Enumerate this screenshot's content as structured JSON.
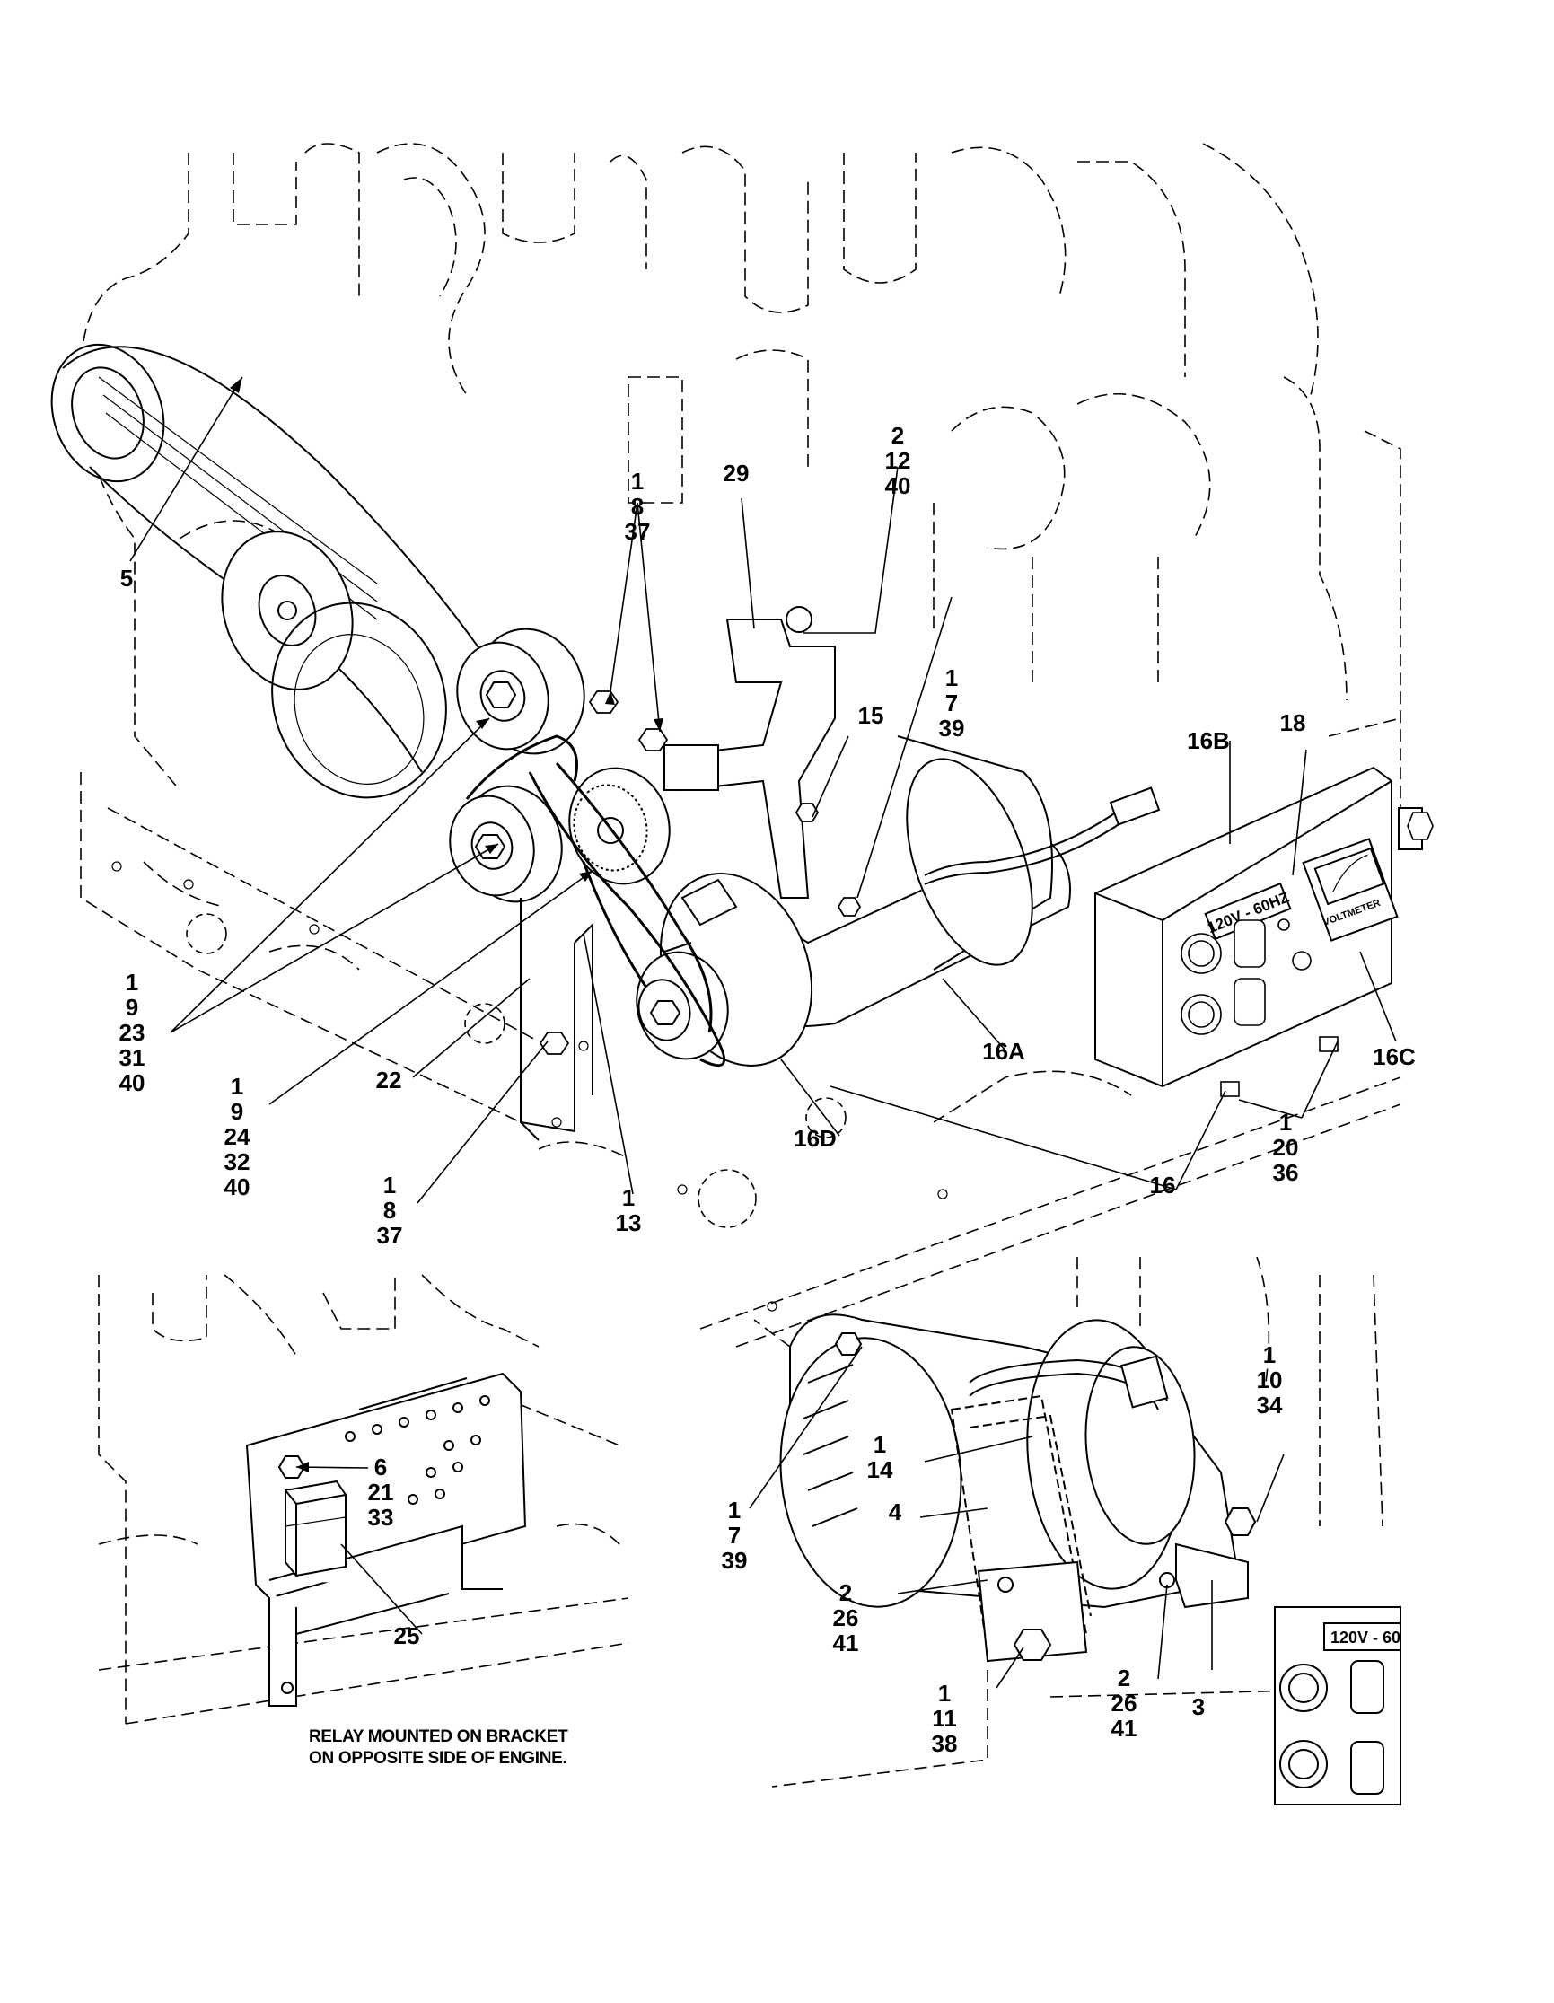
{
  "callouts": {
    "c5": "5",
    "c29": "29",
    "c2_12_40": "2\n12\n40",
    "c1_8_37_top": "1\n8\n37",
    "c1_7_39_top": "1\n7\n39",
    "c15": "15",
    "c18": "18",
    "c16B": "16B",
    "c16A": "16A",
    "c16C": "16C",
    "c16D": "16D",
    "c16": "16",
    "c22": "22",
    "c1_9_23_31_40": "1\n9\n23\n31\n40",
    "c1_9_24_32_40": "1\n9\n24\n32\n40",
    "c1_8_37_bottom": "1\n8\n37",
    "c1_13": "1\n13",
    "c1_20_36": "1\n20\n36",
    "c6_21_33": "6\n21\n33",
    "c25": "25",
    "c1_10_34": "1\n10\n34",
    "c1_14": "1\n14",
    "c4": "4",
    "c1_7_39_bottom": "1\n7\n39",
    "c2_26_41_left": "2\n26\n41",
    "c1_11_38": "1\n11\n38",
    "c2_26_41_right": "2\n26\n41",
    "c3": "3"
  },
  "note": {
    "line1": "RELAY MOUNTED ON BRACKET",
    "line2": "ON OPPOSITE SIDE OF ENGINE."
  },
  "panel": {
    "voltage_label": "120V  -  60HZ",
    "meter_label": "VOLTMETER",
    "inset_voltage_label": "120V  -  60"
  }
}
